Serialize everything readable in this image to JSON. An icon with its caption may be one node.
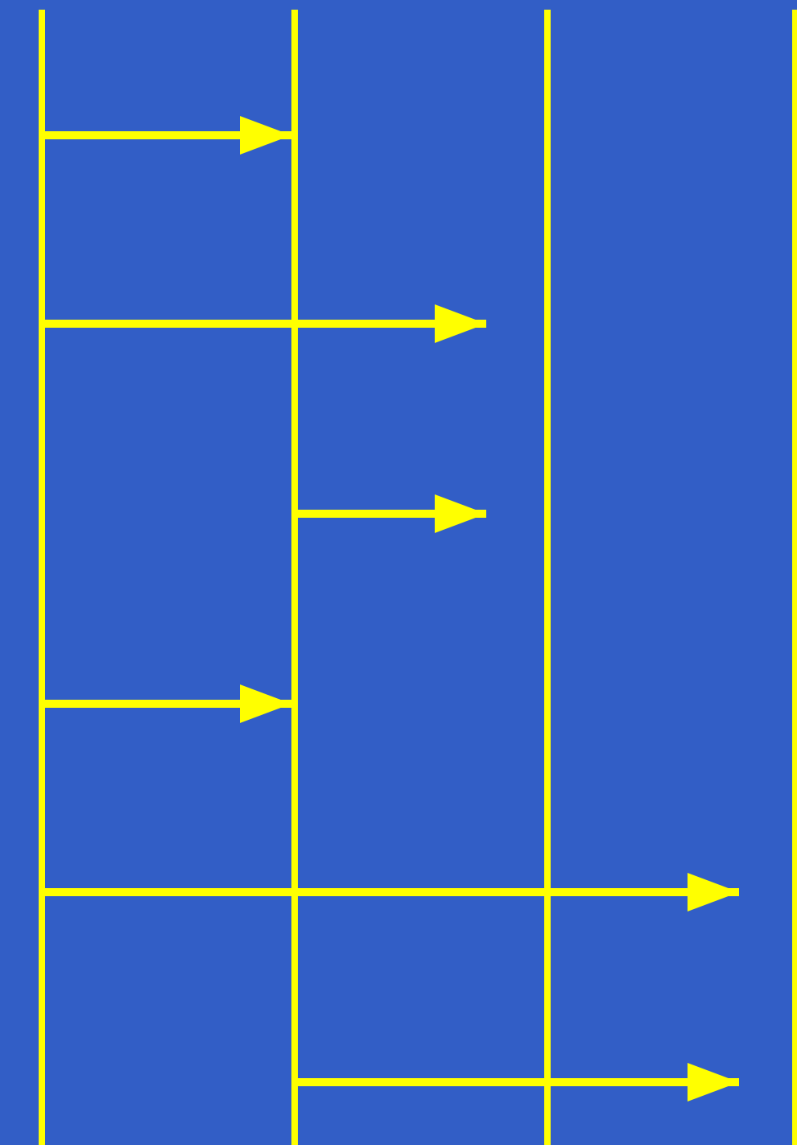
{
  "diagram": {
    "nodes": [
      {
        "text": [],
        "shape": "bar"
      },
      {
        "text": [],
        "shape": "bar"
      },
      {
        "text": [],
        "shape": "bar"
      },
      {
        "text": [],
        "shape": "bar"
      }
    ],
    "edges": [
      {
        "from": 0,
        "to": 1,
        "arrow": "to"
      },
      {
        "from": 0,
        "to": 2,
        "arrow": "to"
      },
      {
        "from": 1,
        "to": 2,
        "arrow": "to"
      },
      {
        "from": 0,
        "to": 1,
        "arrow": "to"
      },
      {
        "from": 0,
        "to": 3,
        "arrow": "to"
      },
      {
        "from": 1,
        "to": 3,
        "arrow": "to"
      }
    ]
  }
}
